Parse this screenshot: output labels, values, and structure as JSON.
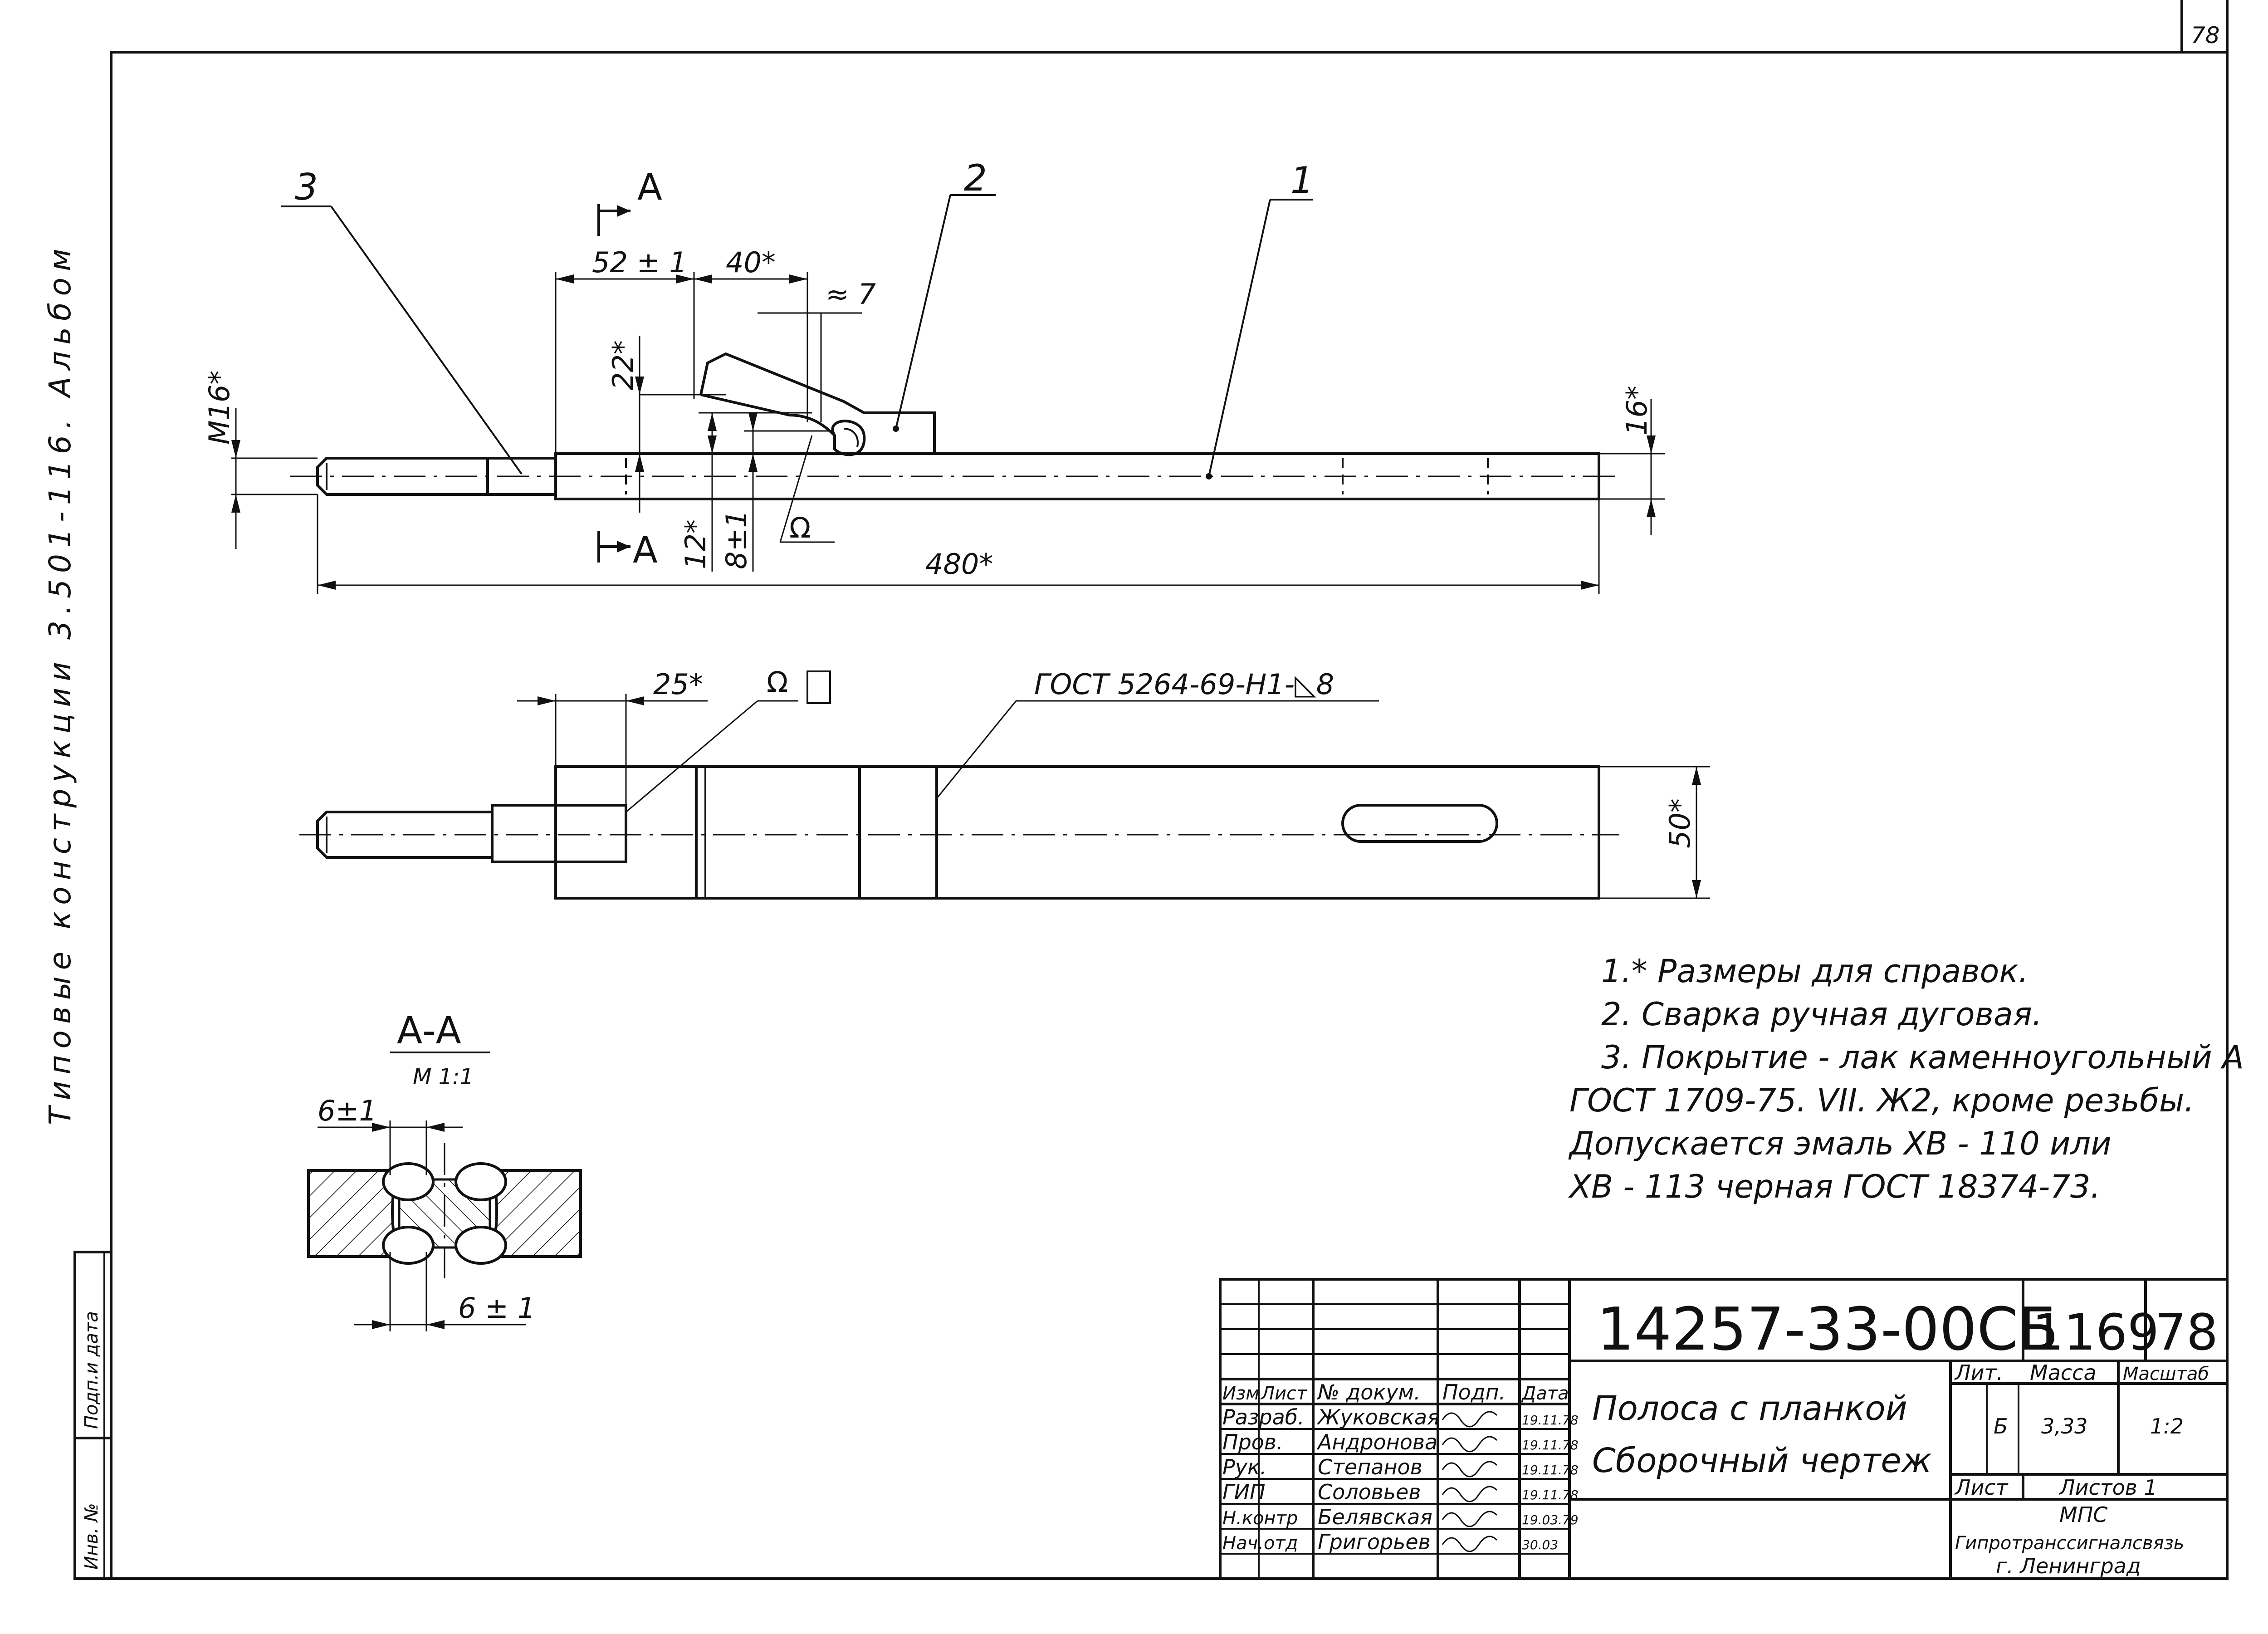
{
  "side_text": {
    "album": "Типовые конструкции 3.501-116. Альбом"
  },
  "sheet_number_corner": "78",
  "callouts": {
    "item1": "1",
    "item2": "2",
    "item3": "3"
  },
  "section_marks": {
    "top": "А",
    "bottom": "А"
  },
  "dimensions": {
    "d52": "52 ± 1",
    "d40": "40*",
    "d7": "≈ 7",
    "d22": "22*",
    "m16": "M16*",
    "d16": "16*",
    "d12": "12*",
    "d8": "8±1",
    "d480": "480*",
    "d25": "25*",
    "d50": "50*",
    "d6a": "6±1",
    "d6b": "6 ± 1"
  },
  "weld_note": "ГОСТ 5264-69-Н1-◺8",
  "weld_symbol_top": "Ω",
  "section": {
    "label": "А-А",
    "scale": "М 1:1"
  },
  "notes": [
    "1.* Размеры для справок.",
    "2. Сварка ручная дуговая.",
    "3. Покрытие - лак каменноугольный А",
    "ГОСТ 1709-75. VII. Ж2, кроме резьбы.",
    "Допускается эмаль ХВ - 110 или",
    "ХВ - 113 черная ГОСТ 18374-73."
  ],
  "title_block": {
    "doc_code": "14257-33-00СБ",
    "album_no": "1169",
    "sheet_no": "78",
    "name_line1": "Полоса с планкой",
    "name_line2": "Сборочный чертеж",
    "headers": {
      "izm": "Изм",
      "list": "Лист",
      "doc": "№ докум.",
      "sign": "Подп.",
      "date": "Дата",
      "lit": "Лит.",
      "mass": "Масса",
      "scale": "Масштаб",
      "sheet": "Лист",
      "sheets": "Листов 1"
    },
    "lit_value": "Б",
    "mass_value": "3,33",
    "scale_value": "1:2",
    "rows": [
      {
        "role": "Разраб.",
        "name": "Жуковская",
        "date": "19.11.78"
      },
      {
        "role": "Пров.",
        "name": "Андронова",
        "date": "19.11.78"
      },
      {
        "role": "Рук.",
        "name": "Степанов",
        "date": "19.11.78"
      },
      {
        "role": "ГИП",
        "name": "Соловьев",
        "date": "19.11.78"
      },
      {
        "role": "Н.контр",
        "name": "Белявская",
        "date": "19.03.79"
      },
      {
        "role": "Нач.отд",
        "name": "Григорьев",
        "date": "30.03"
      }
    ],
    "org_line1": "МПС",
    "org_line2": "Гипротранссигналсвязь",
    "org_line3": "г. Ленинград"
  },
  "left_stamp": {
    "sign_date": "Подп.и дата",
    "inv": "Инв. №"
  }
}
